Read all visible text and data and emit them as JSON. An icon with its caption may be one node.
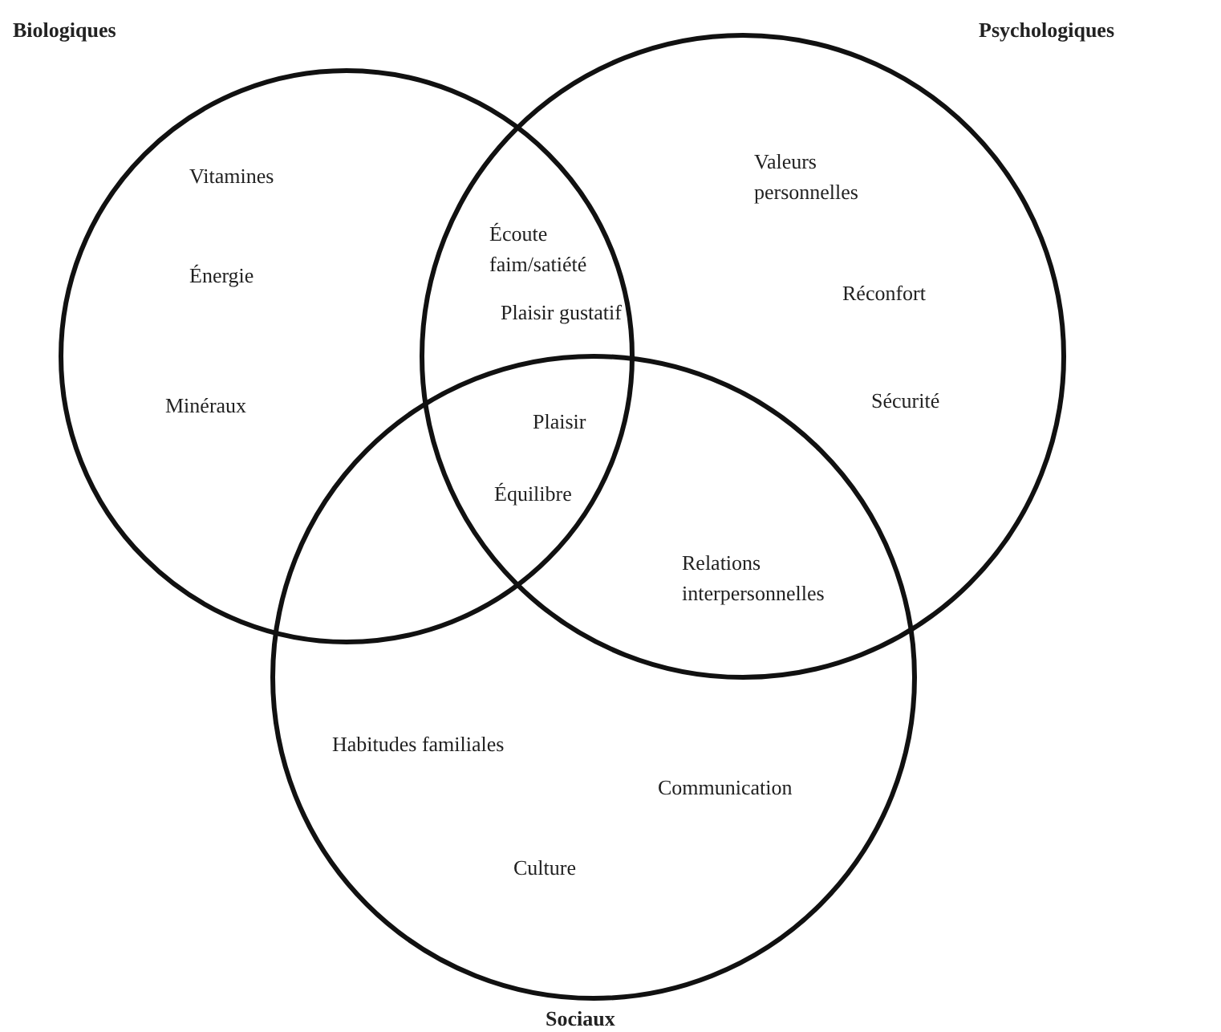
{
  "diagram": {
    "nodes": [
      {
        "text": [
          "Biologiques"
        ]
      },
      {
        "text": [
          "Psychologiques"
        ]
      },
      {
        "text": [
          "Sociaux"
        ]
      }
    ],
    "labels": [
      "Vitamines",
      "Valeurs personnelles",
      "Écoute faim/satiété",
      "Énergie",
      "Réconfort",
      "Plaisir gustatif",
      "Minéraux",
      "Sécurité",
      "Plaisir",
      "Équilibre",
      "Relations interpersonnelles",
      "Habitudes familiales",
      "Communication",
      "Culture"
    ]
  }
}
